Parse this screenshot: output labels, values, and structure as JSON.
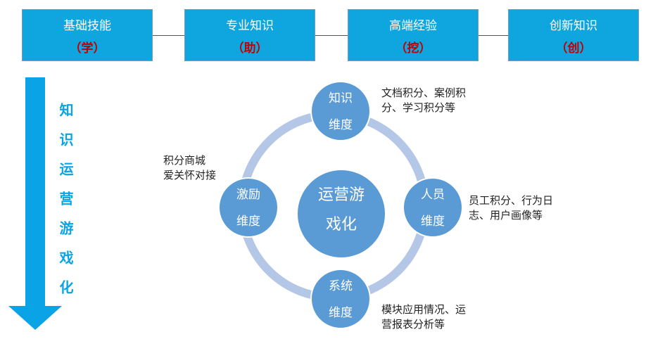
{
  "stages": [
    {
      "title": "基础技能",
      "sub": "（学）"
    },
    {
      "title": "专业知识",
      "sub": "（助）"
    },
    {
      "title": "高端经验",
      "sub": "（挖）"
    },
    {
      "title": "创新知识",
      "sub": "（创）"
    }
  ],
  "vertical_label": "知识运营游戏化",
  "center": {
    "line1": "运营游",
    "line2": "戏化"
  },
  "nodes": {
    "knowledge": {
      "line1": "知识",
      "line2": "维度"
    },
    "personnel": {
      "line1": "人员",
      "line2": "维度"
    },
    "system": {
      "line1": "系统",
      "line2": "维度"
    },
    "incentive": {
      "line1": "激励",
      "line2": "维度"
    }
  },
  "notes": {
    "knowledge": {
      "line1": "文档积分、案例积",
      "line2": "分、学习积分等"
    },
    "personnel": {
      "line1": "员工积分、行为日",
      "line2": "志、用户画像等"
    },
    "system": {
      "line1": "模块应用情况、运",
      "line2": "营报表分析等"
    },
    "incentive": {
      "line1": "积分商城",
      "line2": "爱关怀对接"
    }
  },
  "colors": {
    "stage_fill": "#0fa6e0",
    "stage_sub_text": "#c00000",
    "arrow": "#0aa4e6",
    "ring": "#b4c7e7",
    "circle_fill": "#5b9bd5"
  }
}
